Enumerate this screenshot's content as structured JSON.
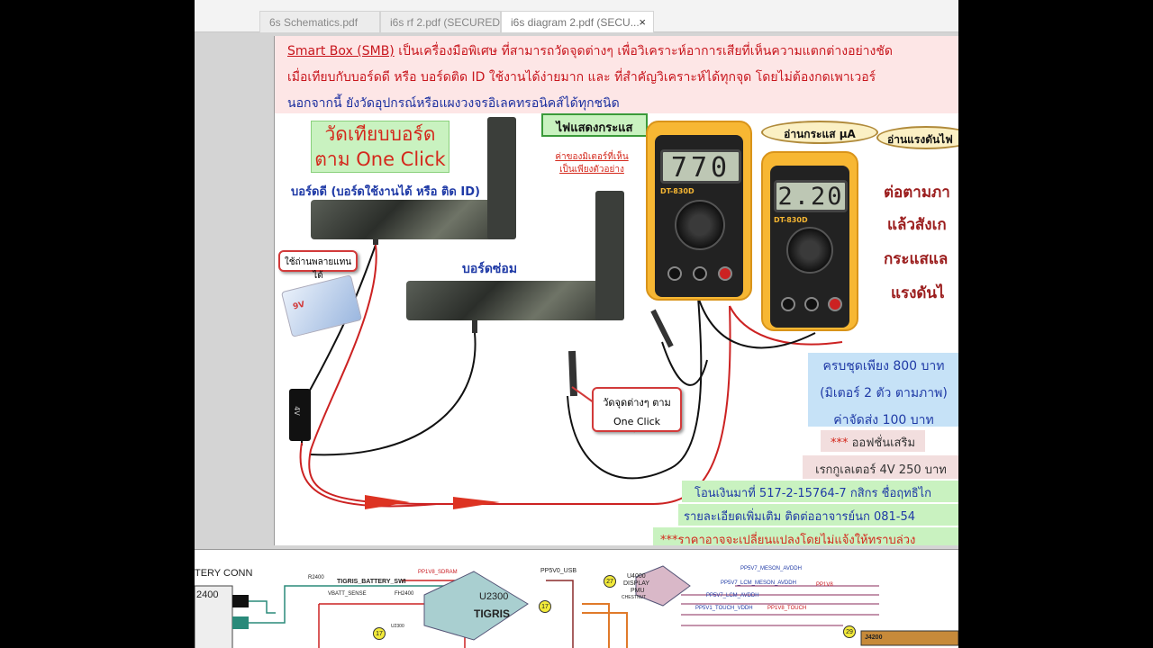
{
  "tabs": [
    {
      "label": "6s Schematics.pdf"
    },
    {
      "label": "i6s rf 2.pdf (SECURED)"
    },
    {
      "label": "i6s diagram 2.pdf (SECU...",
      "close": "×"
    }
  ],
  "header": {
    "smb": "Smart Box (SMB)",
    "line1_rest": " เป็นเครื่องมือพิเศษ ที่สามารถวัดจุดต่างๆ เพื่อวิเคราะห์อาการเสียที่เห็นความแตกต่างอย่างชัด",
    "line2": "เมื่อเทียบกับบอร์ดดี  หรือ บอร์ดติด ID ใช้งานได้ง่ายมาก และ ที่สำคัญวิเคราะห์ได้ทุกจุด โดยไม่ต้องกดเพาเวอร์",
    "line3": "นอกจากนี้ ยังวัดอุปกรณ์หรือแผงวงจรอิเลคทรอนิคส์ได้ทุกชนิด"
  },
  "left": {
    "compare_line1": "วัดเทียบบอร์ด",
    "compare_line2": "ตาม One Click",
    "good_board": "บอร์ดดี (บอร์ดใช้งานได้ หรือ ติด ID)",
    "repair_board": "บอร์ดซ่อม",
    "use_battery": "ใช้ถ่านพลายแทนได้",
    "battery_brand": "9V",
    "module_label": "4V"
  },
  "middle": {
    "current_light": "ไฟแสดงกระแส",
    "meter_note": "ค่าของมิเตอร์ที่เห็น เป็นเพียงตัวอย่าง",
    "callout_line1": "วัดจุดต่างๆ ตาม",
    "callout_line2": "One Click"
  },
  "meters": {
    "left_reading": "770",
    "right_reading": "2.20",
    "model": "DT-830D",
    "current_bubble": "อ่านกระแส µA",
    "voltage_bubble": "อ่านแรงดันไฟ"
  },
  "right_text": [
    "ต่อตามภา",
    "แล้วสังเก",
    "กระแสแล",
    "แรงดันไ"
  ],
  "pricing": {
    "line1": "ครบชุดเพียง 800 บาท",
    "line2": "(มิเตอร์ 2 ตัว ตามภาพ)",
    "line3": "ค่าจัดส่ง 100 บาท",
    "option_stars": "***",
    "option": " ออฟชั่นเสริม",
    "regulator": "เรกกูเลเตอร์ 4V 250 บาท"
  },
  "transfer": {
    "line1": "โอนเงินมาที่ 517-2-15764-7 กสิกร ชื่อฤทธิไก",
    "line2": "รายละเอียดเพิ่มเติม ติดต่ออาจารย์นก 081-54",
    "line3": "***ราคาอาจจะเปลี่ยนแปลงโดยไม่แจ้งให้ทราบล่วง"
  },
  "schematic": {
    "battery_conn": "TERY CONN",
    "ref_2400": "2400",
    "r2400": "R2400",
    "tigris_swi": "TIGRIS_BATTERY_SWI",
    "vbatt_sense": "VBATT_SENSE",
    "fh2400": "FH2400",
    "pp1v8_sdram": "PP1V8_SDRAM",
    "pp5v0_usb": "PP5V0_USB",
    "u2300": "U2300",
    "tigris": "TIGRIS",
    "c17": "17",
    "c27": "27",
    "u4000": "U4000",
    "display_pmu": "DISPLAY",
    "pmu": "PMU",
    "chestnut": "CHESTNUT",
    "pp5v7_meson": "PP5V7_MESON_AVDDH",
    "pp5v7_lcm": "PP5V7_LCM_MESON_AVDDH",
    "pp5v7_lcm2": "PP5V7_LCM_AVDDH",
    "pp1v8": "PP1V8",
    "pp5v1_touch": "PP5V1_TOUCH_VDDH",
    "pp1v8_touch": "PP1V8_TOUCH",
    "j4200": "J4200",
    "c29": "29",
    "u2300_small": "U2300"
  }
}
